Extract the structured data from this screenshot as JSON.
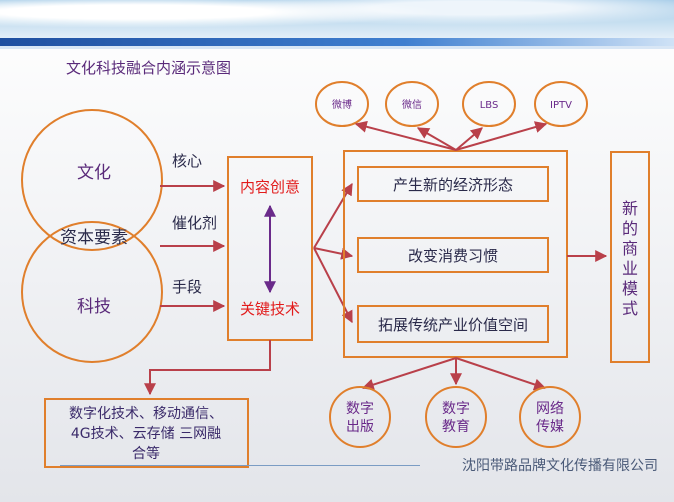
{
  "title": "文化科技融合内涵示意图",
  "circles": {
    "culture": "文化",
    "capital": "资本要素",
    "technology": "科技"
  },
  "arrow_labels": {
    "core": "核心",
    "catalyst": "催化剂",
    "means": "手段"
  },
  "center_box": {
    "content": "内容创意",
    "tech": "关键技术"
  },
  "channels": [
    "微博",
    "微信",
    "LBS",
    "IPTV"
  ],
  "effects": [
    "产生新的经济形态",
    "改变消费习惯",
    "拓展传统产业价值空间"
  ],
  "result": [
    "新",
    "的",
    "商",
    "业",
    "模",
    "式"
  ],
  "tech_box": [
    "数字化技术、移动通信、",
    "4G技术、云存储 三网融",
    "合等"
  ],
  "outputs": [
    [
      "数字",
      "出版"
    ],
    [
      "数字",
      "教育"
    ],
    [
      "网络",
      "传媒"
    ]
  ],
  "company": "沈阳带路品牌文化传播有限公司",
  "colors": {
    "orange": "#e07f2c",
    "arrow": "#b9404a",
    "purple": "#6a2a8a",
    "red": "#e21b1b"
  }
}
